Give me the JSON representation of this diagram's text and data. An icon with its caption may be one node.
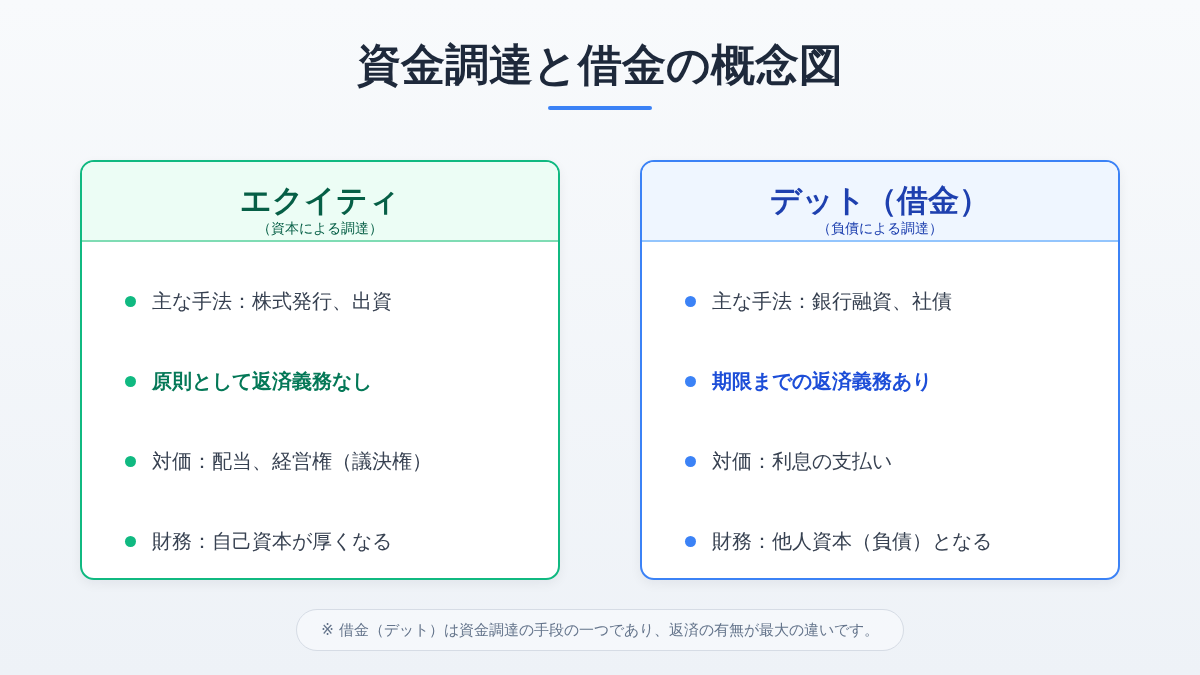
{
  "diagram": {
    "title": "資金調達と借金の概念図",
    "nodes": [
      {
        "text": [
          "エクイティ",
          "（資本による調達）",
          "主な手法：株式発行、出資",
          "原則として返済義務なし",
          "対価：配当、経営権（議決権）",
          "財務：自己資本が厚くなる"
        ]
      },
      {
        "text": [
          "デット（借金）",
          "（負債による調達）",
          "主な手法：銀行融資、社債",
          "期限までの返済義務あり",
          "対価：利息の支払い",
          "財務：他人資本（負債）となる"
        ]
      }
    ],
    "edges": [],
    "caption": "※ 借金（デット）は資金調達の手段の一つであり、返済の有無が最大の違いです。"
  }
}
